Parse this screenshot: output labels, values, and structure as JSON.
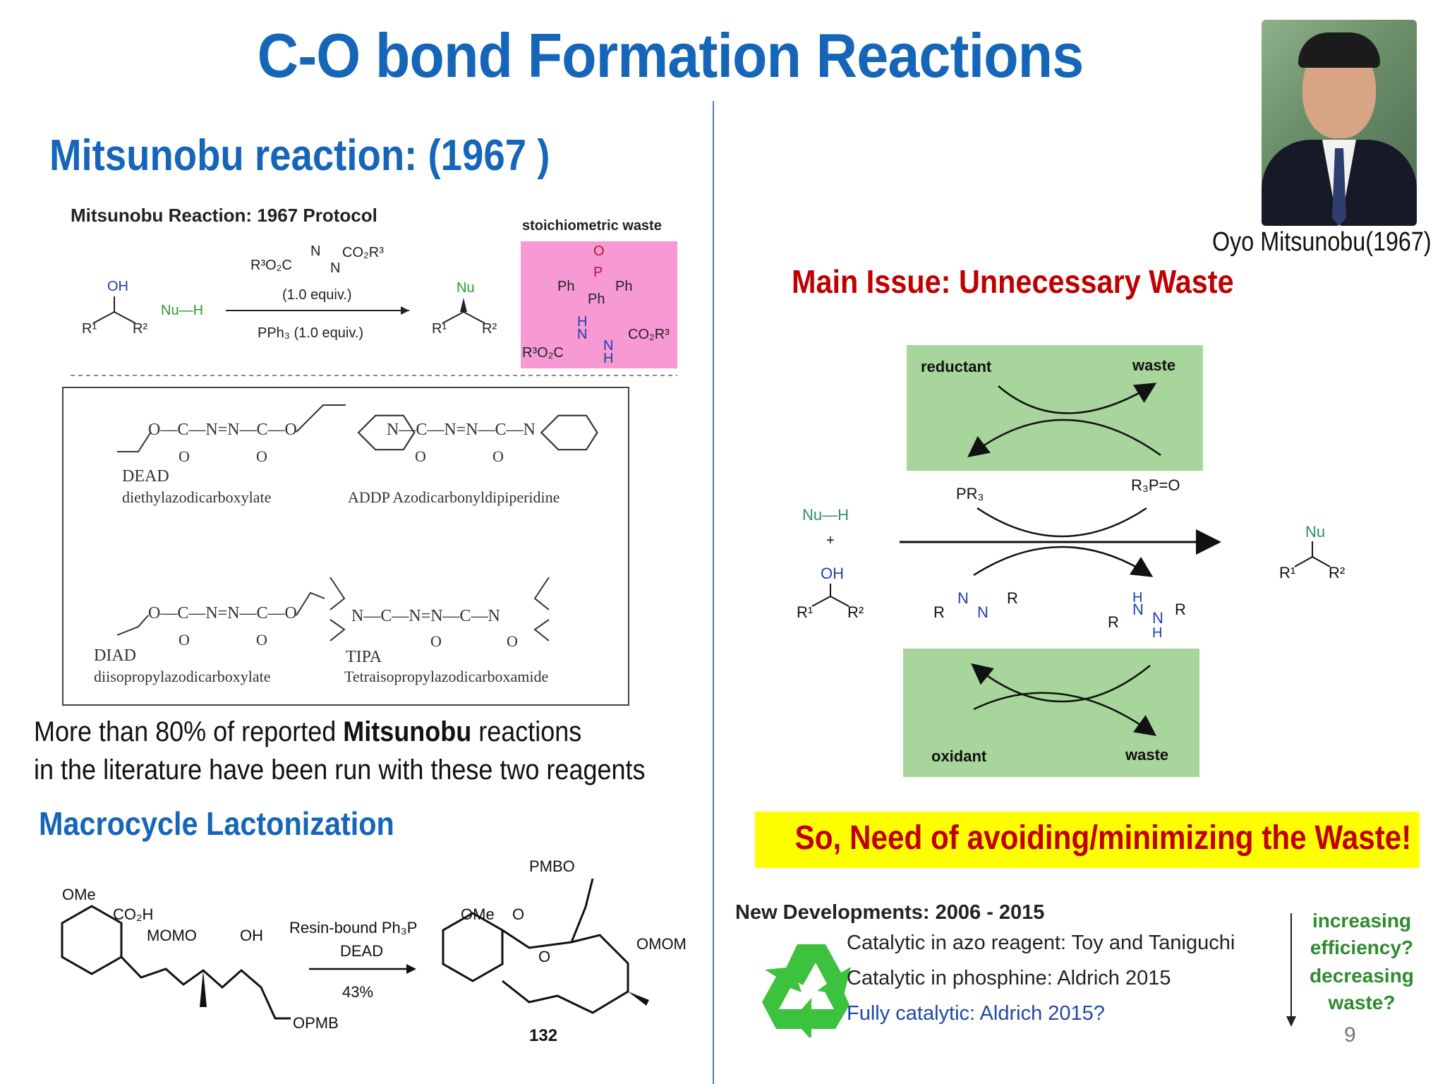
{
  "slide": {
    "title": "C-O bond Formation Reactions",
    "subtitle": "Mitsunobu reaction: (1967 )",
    "photo_caption": "Oyo Mitsunobu(1967)",
    "main_issue": "Main Issue: Unnecessary  Waste",
    "body_line1_pre": "More than 80%  of reported ",
    "body_line1_bold": "Mitsunobu",
    "body_line1_post": " reactions",
    "body_line2": "in the literature have been run with these  two reagents",
    "macrocycle_heading": "Macrocycle Lactonization",
    "callout": "So, Need of avoiding/minimizing  the  Waste!",
    "page_number": "9"
  },
  "scheme1967": {
    "heading": "Mitsunobu Reaction: 1967 Protocol",
    "waste_label": "stoichiometric waste",
    "reagent_top": "R³O₂C",
    "reagent_top_right": "CO₂R³",
    "equiv1": "(1.0 equiv.)",
    "equiv2": "PPh₃ (1.0 equiv.)",
    "nu_h": "Nu—H",
    "oh": "OH",
    "nu": "Nu",
    "r1": "R¹",
    "r2": "R²",
    "ph": "Ph",
    "p": "P",
    "o": "O",
    "n": "N",
    "h": "H",
    "waste_left": "R³O₂C",
    "waste_right": "CO₂R³"
  },
  "reagents": {
    "dead_abbr": "DEAD",
    "dead_name": "diethylazodicarboxylate",
    "addp": "ADDP Azodicarbonyldipiperidine",
    "diad_abbr": "DIAD",
    "diad_name": "diisopropylazodicarboxylate",
    "tipa_abbr": "TIPA",
    "tipa_name": "Tetraisopropylazodicarboxamide",
    "azo_chain": "O—C—N=N—C—O",
    "amide_chain": "N—C—N=N—C—N",
    "carbonyl": "O"
  },
  "cycle": {
    "reductant": "reductant",
    "waste_top": "waste",
    "oxidant": "oxidant",
    "waste_bottom": "waste",
    "pr3": "PR₃",
    "r3po": "R₃P=O",
    "nu_h": "Nu—H",
    "plus": "+",
    "oh": "OH",
    "r1": "R¹",
    "r2": "R²",
    "nu": "Nu",
    "azo_r": "R",
    "azo_n": "N",
    "hydrazine_h": "H",
    "green": "#a8d59c"
  },
  "macrocycle": {
    "ome1": "OMe",
    "co2h": "CO₂H",
    "momo": "MOMO",
    "oh": "OH",
    "opmb": "OPMB",
    "reagent": "Resin-bound Ph₃P",
    "dead": "DEAD",
    "yield": "43%",
    "pmbo": "PMBO",
    "ome2": "OMe",
    "o_carbonyl": "O",
    "o_ring": "O",
    "omom": "OMOM",
    "compound": "132"
  },
  "developments": {
    "heading": "New Developments: 2006 - 2015",
    "line1": "Catalytic in azo reagent: Toy and Taniguchi",
    "line2": "Catalytic in phosphine: Aldrich 2015",
    "line3": "Fully catalytic: Aldrich 2015?",
    "trend1": "increasing",
    "trend2": "efficiency?",
    "trend3": "decreasing",
    "trend4": "waste?",
    "recycle_icon": "recycle-icon"
  },
  "colors": {
    "title_blue": "#1565b8",
    "issue_red": "#c00000",
    "callout_yellow": "#ffff00",
    "waste_pink": "#f79ad3",
    "trend_green": "#2e8b2e"
  }
}
